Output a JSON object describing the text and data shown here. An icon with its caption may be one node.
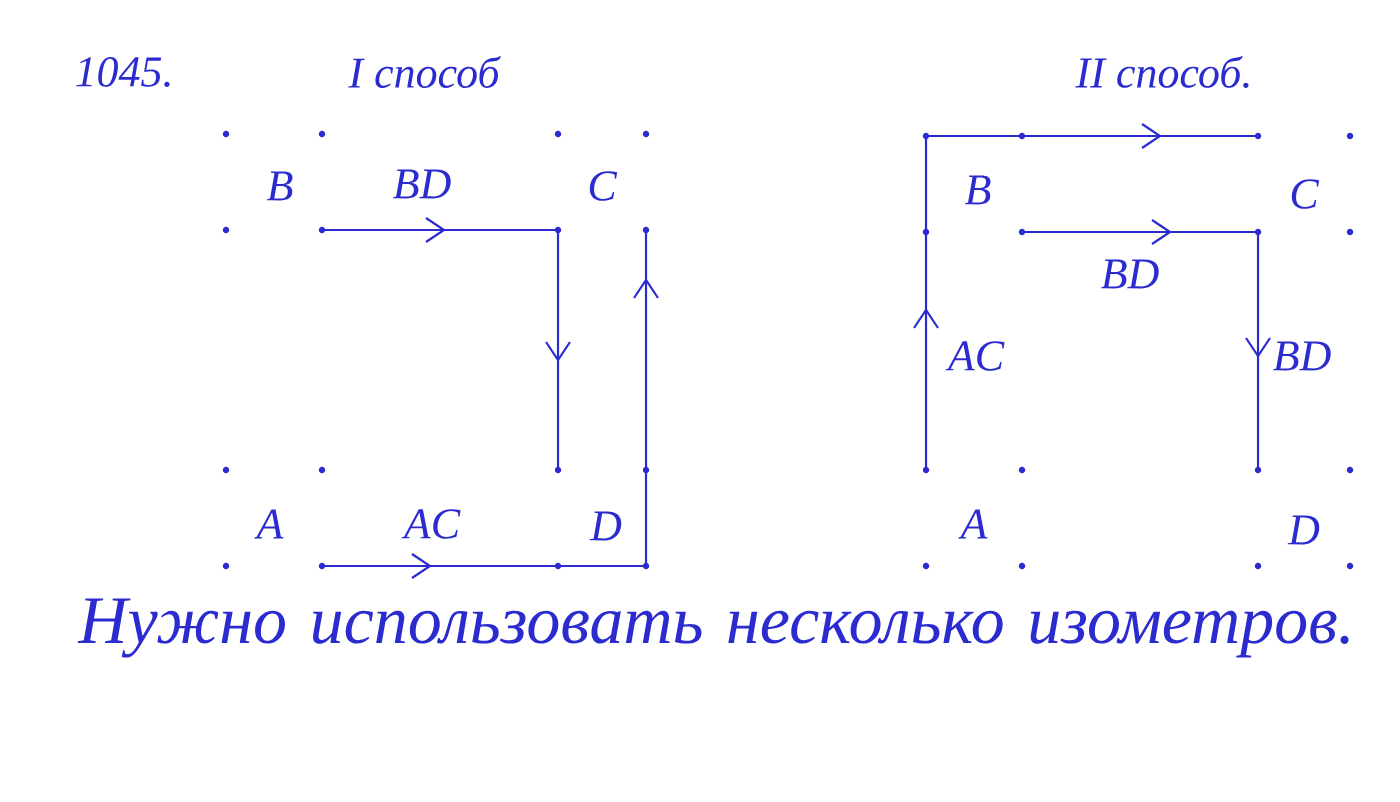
{
  "diagram": {
    "labels": [
      "1045.",
      "I способ",
      "II способ.",
      "B",
      "BD",
      "C",
      "B",
      "C",
      "BD",
      "AC",
      "BD",
      "A",
      "AC",
      "D",
      "A",
      "D",
      "Нужно использовать несколько изометров."
    ]
  }
}
